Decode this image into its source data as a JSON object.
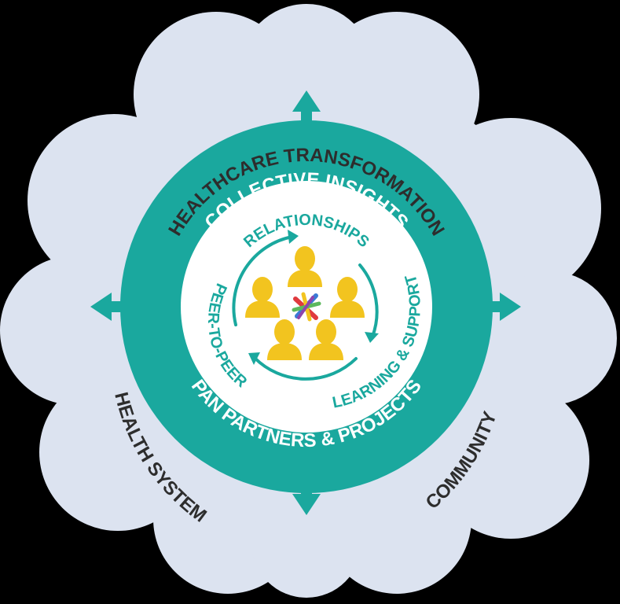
{
  "outer": {
    "top": "HEALTHCARE TRANSFORMATION",
    "bottom_left": "HEALTH SYSTEM",
    "bottom_right": "COMMUNITY"
  },
  "ring": {
    "top": "COLLECTIVE INSIGHTS",
    "bottom": "PAN PARTNERS & PROJECTS"
  },
  "inner": {
    "top": "RELATIONSHIPS",
    "right": "LEARNING & SUPPORT",
    "left": "PEER-TO-PEER"
  },
  "colors": {
    "cloud": "#dce3f0",
    "teal": "#1aa89e",
    "person": "#f2c41f",
    "text_dark": "#2d2d2d",
    "logo": [
      "#e03a3e",
      "#3a7bd5",
      "#f2c41f",
      "#5cb85c",
      "#8e44ad"
    ]
  },
  "icons": [
    "person-icon",
    "logo-icon",
    "arrow-up-icon",
    "arrow-down-icon",
    "arrow-left-icon",
    "arrow-right-icon"
  ]
}
